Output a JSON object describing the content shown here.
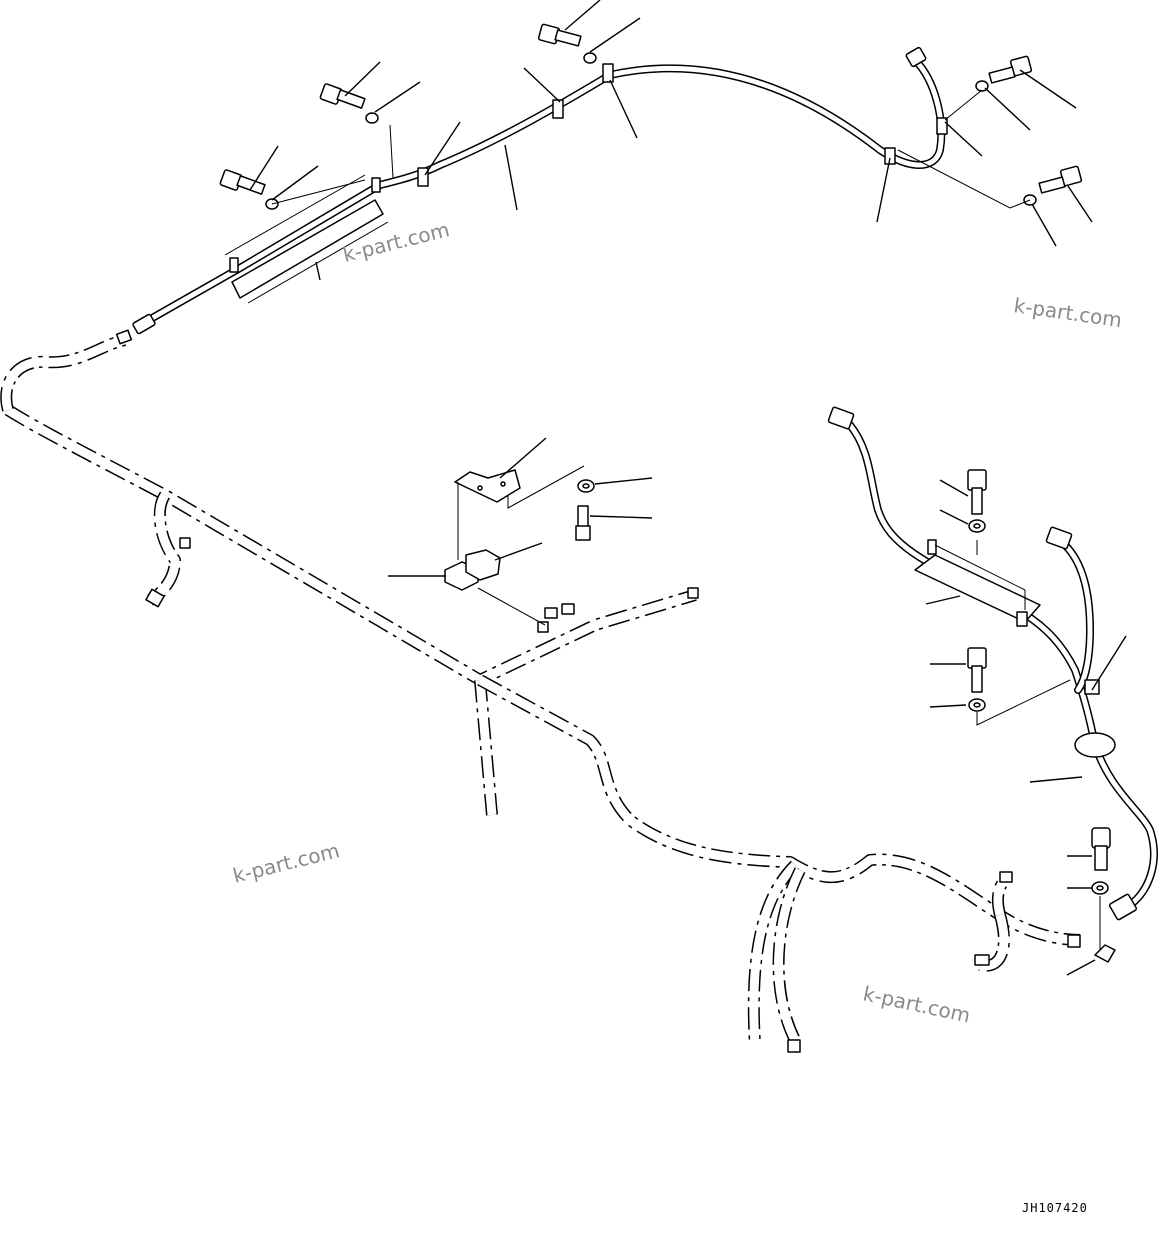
{
  "watermarks": [
    {
      "id": "wm1",
      "text": "k-part.com"
    },
    {
      "id": "wm2",
      "text": "k-part.com"
    },
    {
      "id": "wm3",
      "text": "k-part.com"
    },
    {
      "id": "wm4",
      "text": "k-part.com"
    }
  ],
  "drawing_id": "JH107420",
  "colors": {
    "line": "#000000",
    "background": "#ffffff",
    "watermark": "#8a8a8a"
  }
}
